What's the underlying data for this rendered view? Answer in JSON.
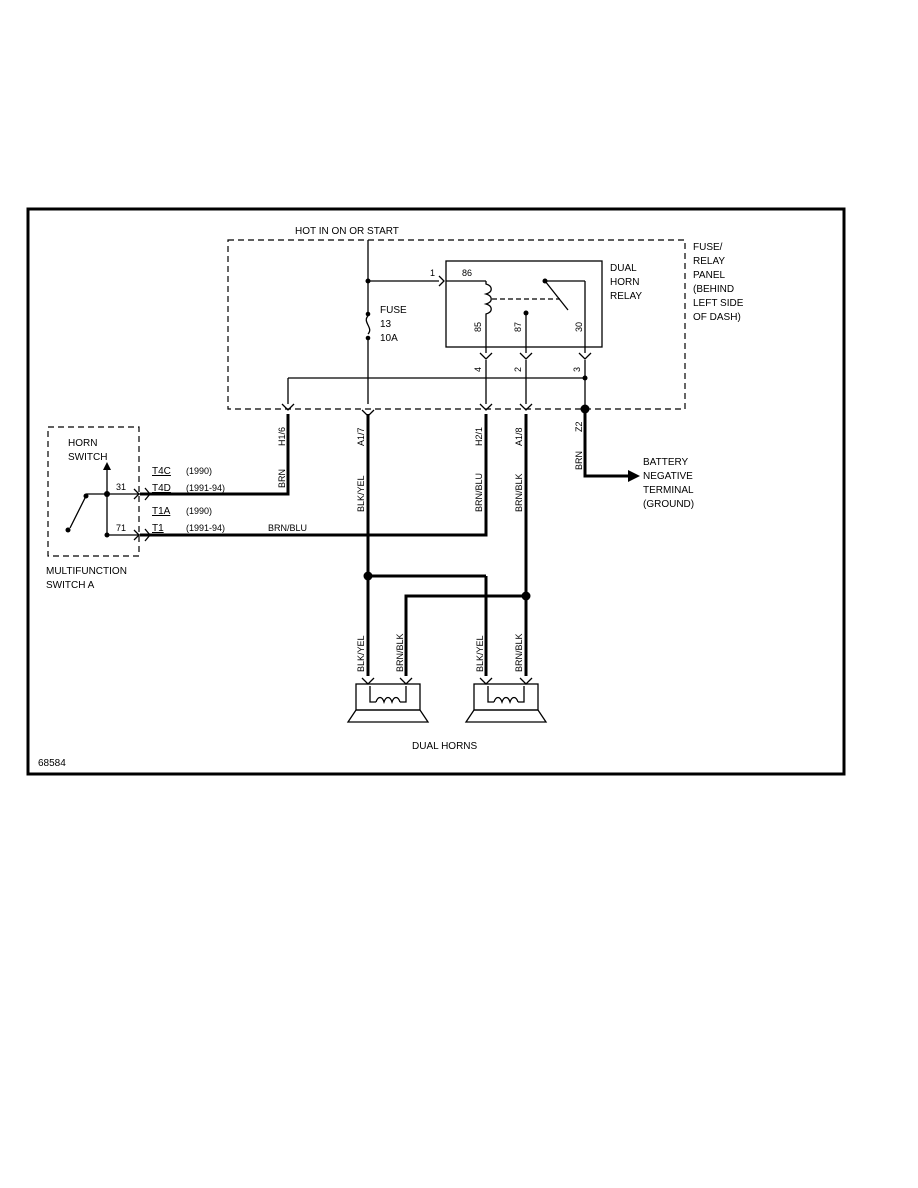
{
  "power_source": "HOT IN ON OR START",
  "panel": {
    "label_lines": [
      "FUSE/",
      "RELAY",
      "PANEL",
      "(BEHIND",
      "LEFT SIDE",
      "OF DASH)"
    ]
  },
  "fuse": {
    "lines": [
      "FUSE",
      "13",
      "10A"
    ]
  },
  "relay": {
    "title_lines": [
      "DUAL",
      "HORN",
      "RELAY"
    ],
    "terminals": {
      "t86": "86",
      "t85": "85",
      "t87": "87",
      "t30": "30"
    },
    "pins": {
      "p1": "1",
      "p4": "4",
      "p2": "2",
      "p3": "3"
    }
  },
  "connectors": {
    "h1_6": "H1/6",
    "a1_7": "A1/7",
    "h2_1": "H2/1",
    "a1_8": "A1/8",
    "z2": "Z2"
  },
  "wire_colors": {
    "brn": "BRN",
    "blk_yel": "BLK/YEL",
    "brn_blu": "BRN/BLU",
    "brn_blk": "BRN/BLK"
  },
  "horn_switch": {
    "title_lines": [
      "HORN",
      "SWITCH"
    ],
    "pin_31": "31",
    "pin_71": "71",
    "conn_t4c": "T4C",
    "conn_t4c_year": "(1990)",
    "conn_t4d": "T4D",
    "conn_t4d_year": "(1991-94)",
    "conn_t1a": "T1A",
    "conn_t1a_year": "(1990)",
    "conn_t1": "T1",
    "conn_t1_year": "(1991-94)",
    "footer_lines": [
      "MULTIFUNCTION",
      "SWITCH A"
    ]
  },
  "ground": {
    "lines": [
      "BATTERY",
      "NEGATIVE",
      "TERMINAL",
      "(GROUND)"
    ]
  },
  "horns_label": "DUAL HORNS",
  "figure_number": "68584"
}
